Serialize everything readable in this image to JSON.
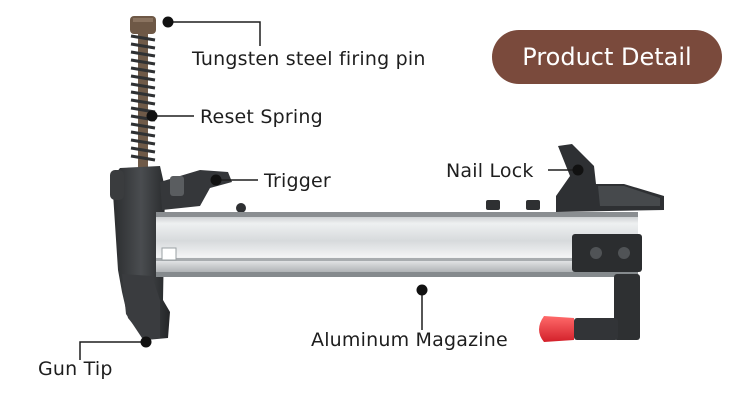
{
  "badge": {
    "text": "Product Detail",
    "color": "#7a4a3c"
  },
  "callouts": {
    "firing_pin": "Tungsten steel firing pin",
    "reset_spring": "Reset Spring",
    "trigger": "Trigger",
    "nail_lock": "Nail Lock",
    "aluminum_magazine": "Aluminum Magazine",
    "gun_tip": "Gun Tip"
  }
}
